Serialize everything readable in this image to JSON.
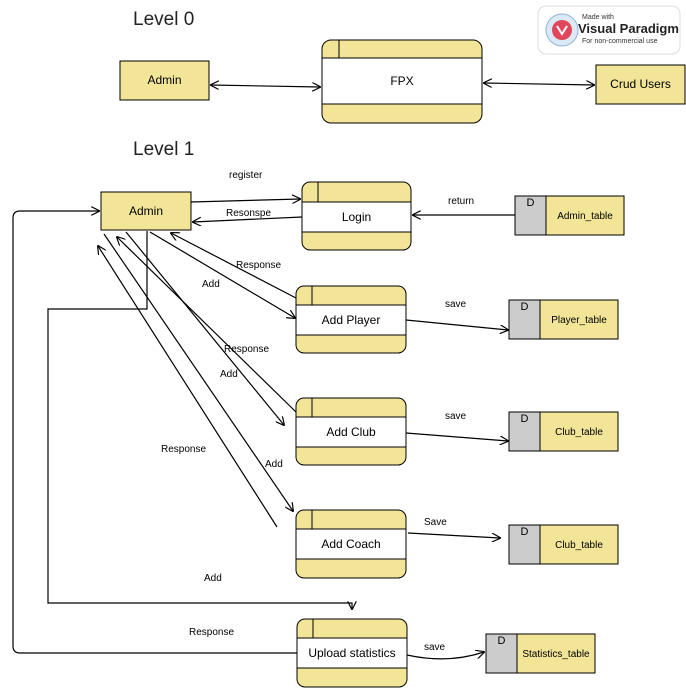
{
  "watermark": {
    "line1": "Made with",
    "line2": "Visual Paradigm",
    "line3": "For non-commercial use"
  },
  "colors": {
    "fill": "#f2e597",
    "stroke": "#000000",
    "datastore_id_fill": "#cccccc"
  },
  "level0": {
    "title": "Level 0",
    "entity_admin": "Admin",
    "process_fpx": "FPX",
    "entity_crud": "Crud Users"
  },
  "level1": {
    "title": "Level 1",
    "entity_admin": "Admin",
    "processes": {
      "login": "Login",
      "add_player": "Add Player",
      "add_club": "Add Club",
      "add_coach": "Add Coach",
      "upload_statistics": "Upload statistics"
    },
    "datastores": {
      "admin_table": {
        "id": "D",
        "label": "Admin_table"
      },
      "player_table": {
        "id": "D",
        "label": "Player_table"
      },
      "club_table_1": {
        "id": "D",
        "label": "Club_table"
      },
      "club_table_2": {
        "id": "D",
        "label": "Club_table"
      },
      "statistics_table": {
        "id": "D",
        "label": "Statistics_table"
      }
    },
    "flows": {
      "register": "register",
      "resonspe": "Resonspe",
      "return": "return",
      "response_player": "Response",
      "add_player": "Add",
      "save_player": "save",
      "response_club": "Response",
      "add_club": "Add",
      "save_club": "save",
      "response_coach": "Response",
      "add_coach": "Add",
      "save_coach": "Save",
      "add_upload": "Add",
      "response_upload": "Response",
      "save_upload": "save"
    }
  }
}
